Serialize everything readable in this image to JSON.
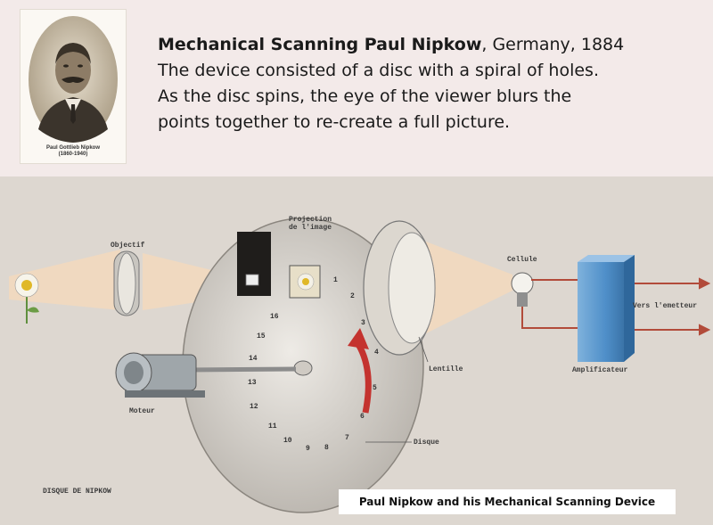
{
  "portrait": {
    "caption_name": "Paul Gottlieb Nipkow",
    "caption_years": "(1860-1940)"
  },
  "intro": {
    "title": "Mechanical Scanning Paul Nipkow",
    "title_suffix": ", Germany, 1884",
    "line2": "The device consisted of a disc with a spiral of holes.",
    "line3": "As the disc spins, the eye of the viewer blurs the",
    "line4": "points together to re-create a full picture."
  },
  "diagram": {
    "labels": {
      "objectif": "Objectif",
      "projection_1": "Projection",
      "projection_2": "de l'image",
      "cellule": "Cellule",
      "vers": "Vers l'emetteur",
      "lentille": "Lentille",
      "amplificateur": "Amplificateur",
      "moteur": "Moteur",
      "disque": "Disque",
      "disque_nipkow": "DISQUE DE NIPKOW"
    },
    "disc_numbers": [
      "1",
      "2",
      "3",
      "4",
      "5",
      "6",
      "7",
      "8",
      "9",
      "10",
      "11",
      "12",
      "13",
      "14",
      "15",
      "16"
    ]
  },
  "caption": "Paul Nipkow and his Mechanical Scanning Device",
  "colors": {
    "background": "#f3eae9",
    "panel": "#ddd7d0",
    "amplifier": "#4f8fc9",
    "arrow": "#c4332f",
    "beam": "#f3d9bd"
  }
}
